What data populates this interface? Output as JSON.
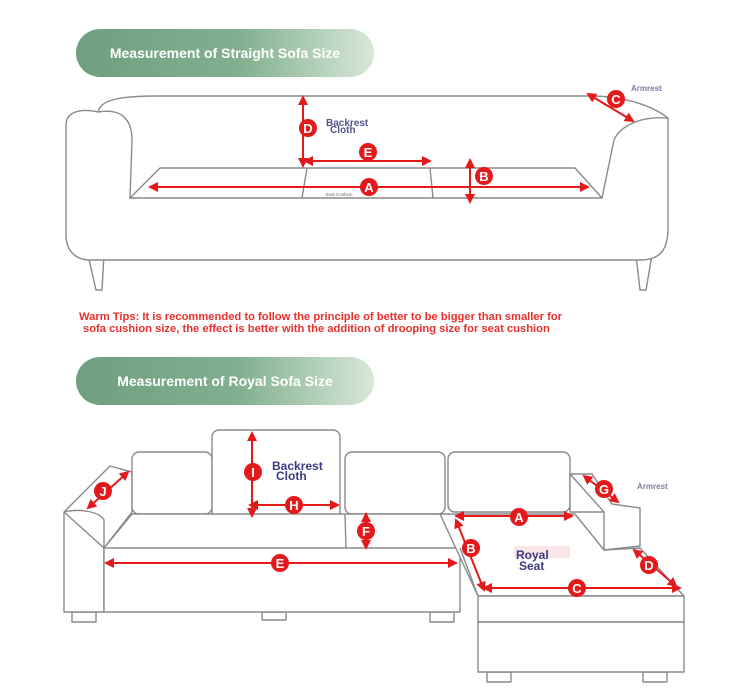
{
  "headers": {
    "straight": "Measurement of Straight Sofa Size",
    "royal": "Measurement of Royal Sofa Size"
  },
  "tips": {
    "line1": "Warm Tips: It is recommended to follow the principle of better to be bigger than smaller for",
    "line2": "sofa cushion size, the effect is better with the addition of drooping size for seat cushion"
  },
  "straight_labels": {
    "armrest": "Armrest",
    "backrest_1": "Backrest",
    "backrest_2": "Cloth",
    "seat_cushion": "Seat Cushion"
  },
  "royal_labels": {
    "armrest": "Armrest",
    "backrest_1": "Backrest",
    "backrest_2": "Cloth",
    "royal_seat_1": "Royal",
    "royal_seat_2": "Seat"
  },
  "straight_markers": [
    "A",
    "B",
    "C",
    "D",
    "E"
  ],
  "royal_markers": [
    "A",
    "B",
    "C",
    "D",
    "E",
    "F",
    "G",
    "H",
    "I",
    "J"
  ],
  "colors": {
    "accent": "#e4191c",
    "outline": "#8a8a8a",
    "label_purple": "#56568e",
    "header_green": "#6f9f7e"
  }
}
